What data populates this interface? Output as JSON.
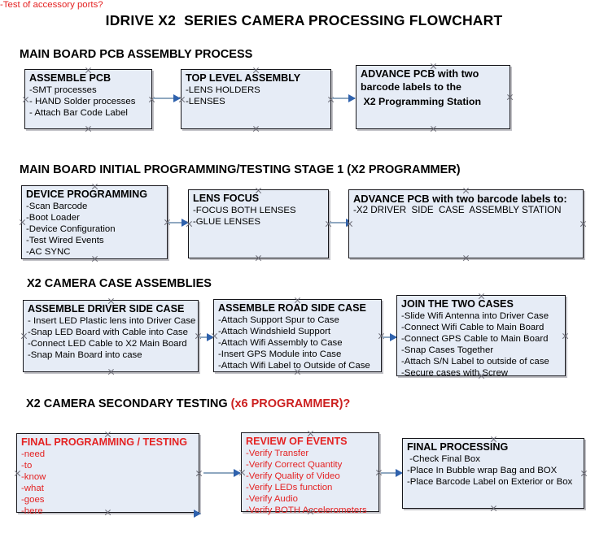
{
  "document": {
    "title": "IDRIVE X2  SERIES CAMERA PROCESSING FLOWCHART"
  },
  "colors": {
    "accent_red": "#e42222",
    "box_fill": "#e6ecf6",
    "box_border": "#17171c",
    "connector_line": "#8fa8c0",
    "connector_head": "#2f62ad"
  },
  "sections": [
    {
      "header": "MAIN BOARD PCB ASSEMBLY PROCESS",
      "header_accent": "",
      "nodes": [
        {
          "title": "ASSEMBLE PCB",
          "lines": [
            "-SMT processes",
            "- HAND Solder processes",
            "- Attach Bar Code Label"
          ]
        },
        {
          "title": "TOP LEVEL ASSEMBLY",
          "lines": [
            "-LENS HOLDERS",
            "-LENSES"
          ]
        },
        {
          "title": "ADVANCE PCB with two",
          "lines": [
            "barcode labels to the",
            " X2 Programming Station"
          ]
        }
      ]
    },
    {
      "header": "MAIN BOARD INITIAL PROGRAMMING/TESTING STAGE 1 (X2 PROGRAMMER)",
      "header_accent": "",
      "nodes": [
        {
          "title": "DEVICE PROGRAMMING",
          "lines": [
            "-Scan Barcode",
            "-Boot Loader",
            "-Device Configuration",
            "-Test Wired Events",
            "-AC SYNC"
          ]
        },
        {
          "title": "LENS FOCUS",
          "lines": [
            "-FOCUS BOTH LENSES",
            "-GLUE LENSES"
          ]
        },
        {
          "title": "ADVANCE PCB with two barcode labels to:",
          "lines": [
            "-X2 DRIVER  SIDE  CASE  ASSEMBLY STATION"
          ]
        }
      ]
    },
    {
      "header": "X2 CAMERA CASE ASSEMBLIES",
      "header_accent": "",
      "nodes": [
        {
          "title": "ASSEMBLE DRIVER SIDE CASE",
          "lines": [
            "- Insert LED Plastic lens into Driver Case",
            "-Snap LED Board with Cable into Case",
            "-Connect LED Cable to X2 Main Board",
            "-Snap Main Board into case"
          ]
        },
        {
          "title": "ASSEMBLE ROAD SIDE CASE",
          "lines": [
            "-Attach Support Spur to Case",
            "-Attach Windshield Support",
            "-Attach Wifi Assembly to Case",
            "-Insert GPS Module into Case",
            "-Attach Wifi Label to Outside of Case"
          ]
        },
        {
          "title": "JOIN THE TWO CASES",
          "lines": [
            "-Slide Wifi Antenna into Driver Case",
            "-Connect Wifi Cable to Main Board",
            "-Connect GPS Cable to Main Board",
            "-Snap Cases Together",
            "-Attach S/N Label to outside of case",
            "-Secure cases with Screw"
          ]
        }
      ]
    },
    {
      "header": "X2 CAMERA SECONDARY TESTING ",
      "header_accent": "(x6 PROGRAMMER)?",
      "nodes": [
        {
          "title": "FINAL PROGRAMMING / TESTING",
          "lines": [
            "-need",
            "-to",
            "-know",
            "-what",
            "-goes",
            "-here"
          ]
        },
        {
          "title": "REVIEW OF EVENTS",
          "lines": [
            "-Verify Transfer",
            "-Verify Correct Quantity",
            "-Verify Quality of Video",
            "-Verify LEDs function",
            "-Verify Audio",
            "-Verify BOTH Accelerometers"
          ],
          "overflow_line": "-Test of accessory ports?"
        },
        {
          "title": "FINAL PROCESSING",
          "lines": [
            " -Check Final Box",
            "-Place In Bubble wrap Bag and BOX",
            "-Place Barcode Label on Exterior or Box"
          ]
        }
      ]
    }
  ]
}
